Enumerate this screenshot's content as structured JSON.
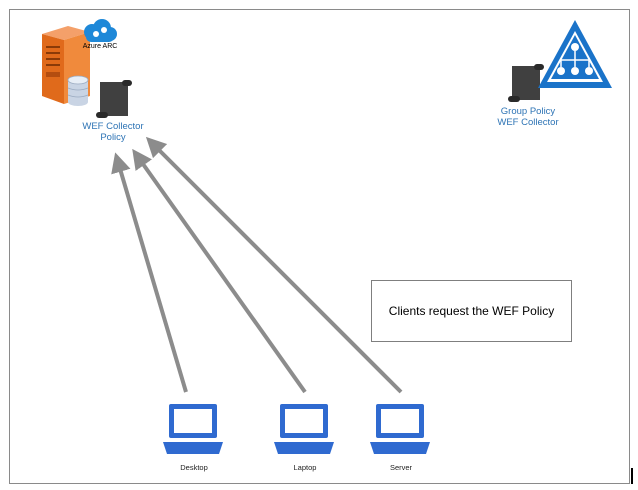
{
  "azure_arc_label": "Azure ARC",
  "wef_collector_policy": [
    "WEF Collector",
    "Policy"
  ],
  "group_policy_label": [
    "Group Policy",
    "WEF Collector"
  ],
  "note_text": "Clients request the WEF Policy",
  "devices": [
    "Desktop",
    "Laptop",
    "Server"
  ],
  "colors": {
    "server_orange": "#e8782a",
    "laptop_blue": "#2f6ad0",
    "arrow_gray": "#8c8c8c",
    "label_blue": "#2e74b5",
    "gp_triangle": "#1a73c9"
  },
  "icons": [
    "server-icon",
    "azure-cloud-icon",
    "database-icon",
    "scroll-policy-icon",
    "group-policy-icon",
    "laptop-icon"
  ]
}
